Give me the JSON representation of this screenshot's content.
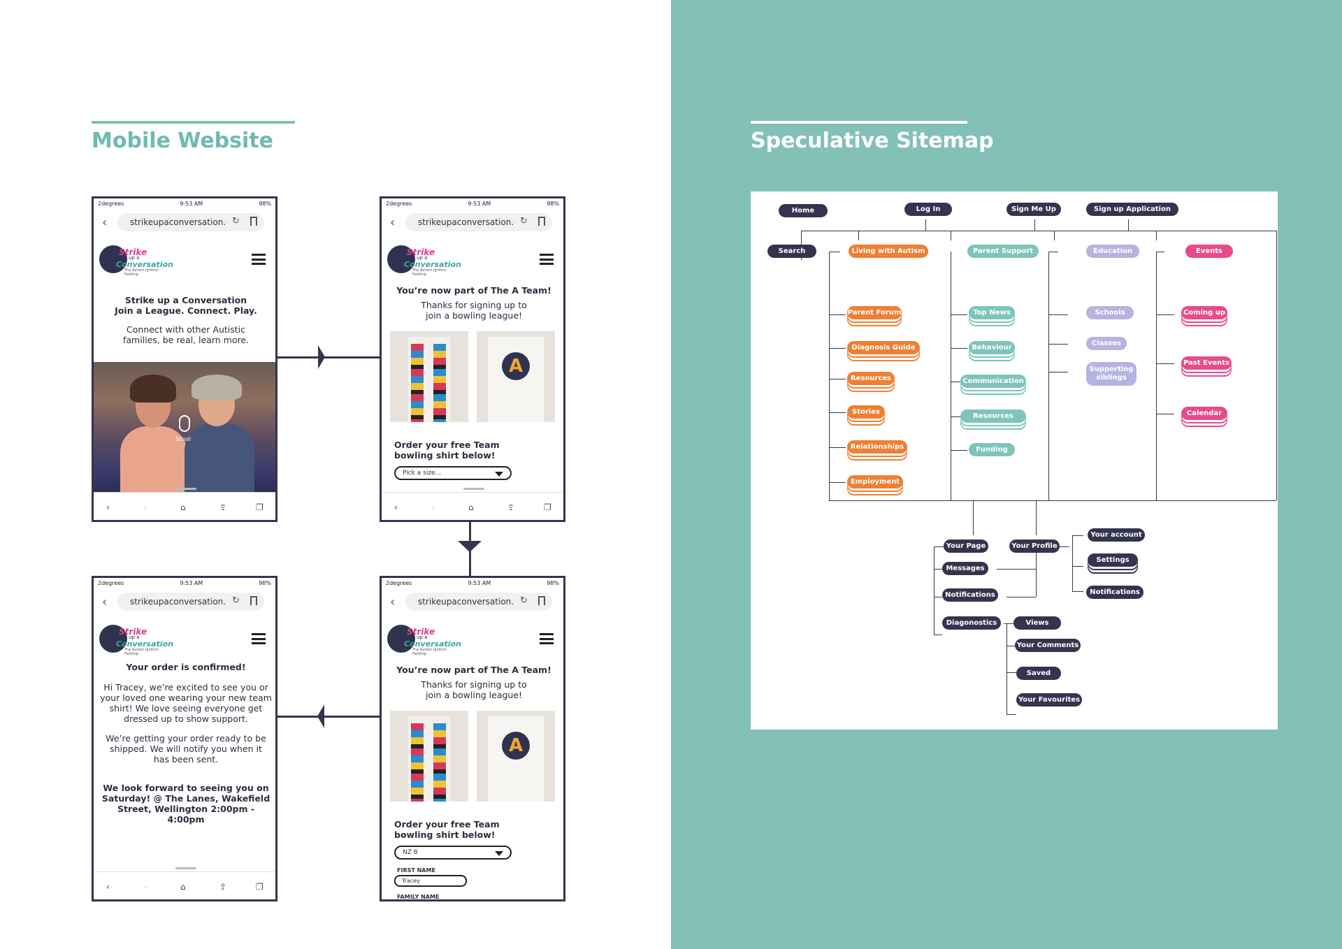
{
  "left_section": {
    "title": "Mobile Website"
  },
  "right_section": {
    "title": "Speculative Sitemap"
  },
  "colors": {
    "teal": "#83c0b7",
    "navy": "#35344f",
    "orange": "#ef7f32",
    "pink": "#e94a8a",
    "lavender": "#b7b3df"
  },
  "browser": {
    "carrier": "2degrees",
    "time": "9:53 AM",
    "battery": "98%",
    "url": "strikeupaconversation.c"
  },
  "logo": {
    "line1": "Strike",
    "line2": "up a",
    "line3": "Conversation",
    "tagline": "The Autism Ignition Fieldtrip"
  },
  "screen1": {
    "heading_line1": "Strike up a Conversation",
    "heading_line2": "Join a League. Connect. Play.",
    "body_line1": "Connect with other Autistic",
    "body_line2": "families, be real, learn more.",
    "scroll_label": "Scroll"
  },
  "screen2": {
    "heading": "You’re now part of The A Team!",
    "body_line1": "Thanks for signing up to",
    "body_line2": "join a bowling league!",
    "order_line1": "Order your free Team",
    "order_line2": "bowling shirt below!",
    "size_placeholder": "Pick a size..."
  },
  "screen3": {
    "heading": "Your order is confirmed!",
    "para1": [
      "Hi Tracey, we’re excited to see you or",
      "your loved one wearing your new team",
      "shirt! We love seeing everyone get",
      "dressed up to show support."
    ],
    "para2": [
      "We’re getting your order ready to be",
      "shipped. We will notify you when it",
      "has been sent."
    ],
    "para3": [
      "We look forward to seeing you on",
      "Saturday! @ The Lanes, Wakefield",
      "Street, Wellington 2:00pm - 4:00pm"
    ]
  },
  "screen4": {
    "heading": "You’re now part of The A Team!",
    "body_line1": "Thanks for signing up to",
    "body_line2": "join a bowling league!",
    "order_line1": "Order your free Team",
    "order_line2": "bowling shirt below!",
    "size_value": "NZ 8",
    "first_name_label": "FIRST NAME",
    "first_name_value": "Tracey",
    "family_name_label": "FAMILY NAME"
  },
  "sitemap": {
    "top": [
      "Home",
      "Log In",
      "Sign Me Up",
      "Sign up Application",
      "Search"
    ],
    "categories": [
      "Living with Autism",
      "Parent Support",
      "Education",
      "Events"
    ],
    "living": [
      "Parent Forum",
      "Diagnosis Guide",
      "Resources",
      "Stories",
      "Relationships",
      "Employment"
    ],
    "parent": [
      "Top News",
      "Behaviour",
      "Communication",
      "Resources",
      "Funding"
    ],
    "education": [
      "Schools",
      "Classes",
      "Supporting",
      "siblings"
    ],
    "events": [
      "Coming up",
      "Past Events",
      "Calendar"
    ],
    "user": [
      "Your Page",
      "Your Profile",
      "Messages",
      "Notifications",
      "Diagonostics",
      "Views",
      "Your Comments",
      "Saved",
      "Your Favourites"
    ],
    "account": [
      "Your account",
      "Settings",
      "Notifications"
    ]
  }
}
